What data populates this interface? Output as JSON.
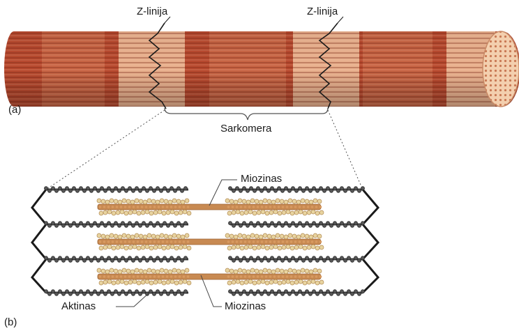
{
  "labels": {
    "z_line_left": "Z-linija",
    "z_line_right": "Z-linija",
    "panel_a": "(a)",
    "panel_b": "(b)",
    "sarcomere": "Sarkomera",
    "myosin_top": "Miozinas",
    "myosin_bottom": "Miozinas",
    "actin": "Aktinas"
  },
  "colors": {
    "fiber_dark": "#b5472f",
    "fiber_mid": "#d0704e",
    "fiber_light": "#f2c39f",
    "fiber_end": "#f0c8a8",
    "myosin": "#c88a52",
    "myosin_head": "#e8d4a0",
    "actin": "#3a3a3a",
    "z_line": "#1a1a1a"
  }
}
